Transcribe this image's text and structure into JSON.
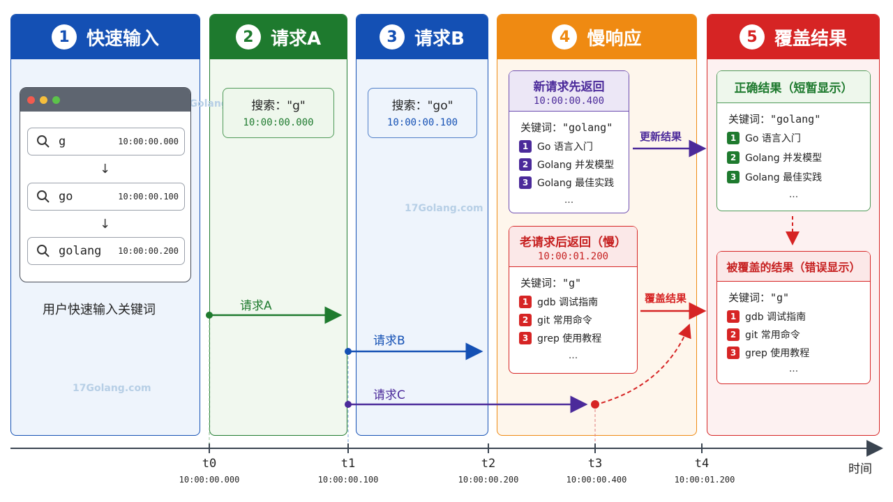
{
  "columns": [
    {
      "num": "1",
      "title": "快速输入",
      "color": "#1450b4",
      "bg": "#eef4fc"
    },
    {
      "num": "2",
      "title": "请求A",
      "color": "#1e7a2e",
      "bg": "#f1f8ef"
    },
    {
      "num": "3",
      "title": "请求B",
      "color": "#1450b4",
      "bg": "#eef4fc"
    },
    {
      "num": "4",
      "title": "慢响应",
      "color": "#ef8a12",
      "bg": "#fef6ec"
    },
    {
      "num": "5",
      "title": "覆盖结果",
      "color": "#d62424",
      "bg": "#fdf1f1"
    }
  ],
  "inputs": [
    {
      "query": "g",
      "time": "10:00:00.000"
    },
    {
      "query": "go",
      "time": "10:00:00.100"
    },
    {
      "query": "golang",
      "time": "10:00:00.200"
    }
  ],
  "input_caption": "用户快速输入关键词",
  "request_a": {
    "search": "搜索：\"g\"",
    "time": "10:00:00.000"
  },
  "request_b": {
    "search": "搜索：\"go\"",
    "time": "10:00:00.100"
  },
  "new_first": {
    "title": "新请求先返回",
    "time": "10:00:00.400",
    "keyword": "关键词：\"golang\"",
    "results": [
      {
        "n": "1",
        "text": "Go 语言入门"
      },
      {
        "n": "2",
        "text": "Golang 并发模型"
      },
      {
        "n": "3",
        "text": "Golang 最佳实践"
      }
    ],
    "more": "..."
  },
  "old_later": {
    "title": "老请求后返回（慢）",
    "time": "10:00:01.200",
    "keyword": "关键词：\"g\"",
    "results": [
      {
        "n": "1",
        "text": "gdb 调试指南"
      },
      {
        "n": "2",
        "text": "git 常用命令"
      },
      {
        "n": "3",
        "text": "grep 使用教程"
      }
    ],
    "more": "..."
  },
  "correct": {
    "title": "正确结果（短暂显示）",
    "keyword": "关键词：\"golang\"",
    "results": [
      {
        "n": "1",
        "text": "Go 语言入门"
      },
      {
        "n": "2",
        "text": "Golang 并发模型"
      },
      {
        "n": "3",
        "text": "Golang 最佳实践"
      }
    ],
    "more": "..."
  },
  "overwritten": {
    "title": "被覆盖的结果（错误显示）",
    "keyword": "关键词：\"g\"",
    "results": [
      {
        "n": "1",
        "text": "gdb 调试指南"
      },
      {
        "n": "2",
        "text": "git 常用命令"
      },
      {
        "n": "3",
        "text": "grep 使用教程"
      }
    ],
    "more": "..."
  },
  "arrow_labels": {
    "req_a": "请求A",
    "req_b": "请求B",
    "req_c": "请求C",
    "update": "更新结果",
    "override": "覆盖结果"
  },
  "axis": {
    "ticks": [
      {
        "label": "t0",
        "time": "10:00:00.000"
      },
      {
        "label": "t1",
        "time": "10:00:00.100"
      },
      {
        "label": "t2",
        "time": "10:00:00.200"
      },
      {
        "label": "t3",
        "time": "10:00:00.400"
      },
      {
        "label": "t4",
        "time": "10:00:01.200"
      }
    ],
    "unit": "时间"
  },
  "watermark": "17Golang.com",
  "colors": {
    "green": "#1e7a2e",
    "blue": "#1450b4",
    "purple": "#4b2a9a",
    "red": "#d62424",
    "orange": "#ef8a12"
  },
  "icons": {
    "search": "search-icon",
    "down": "arrow-down-icon"
  }
}
